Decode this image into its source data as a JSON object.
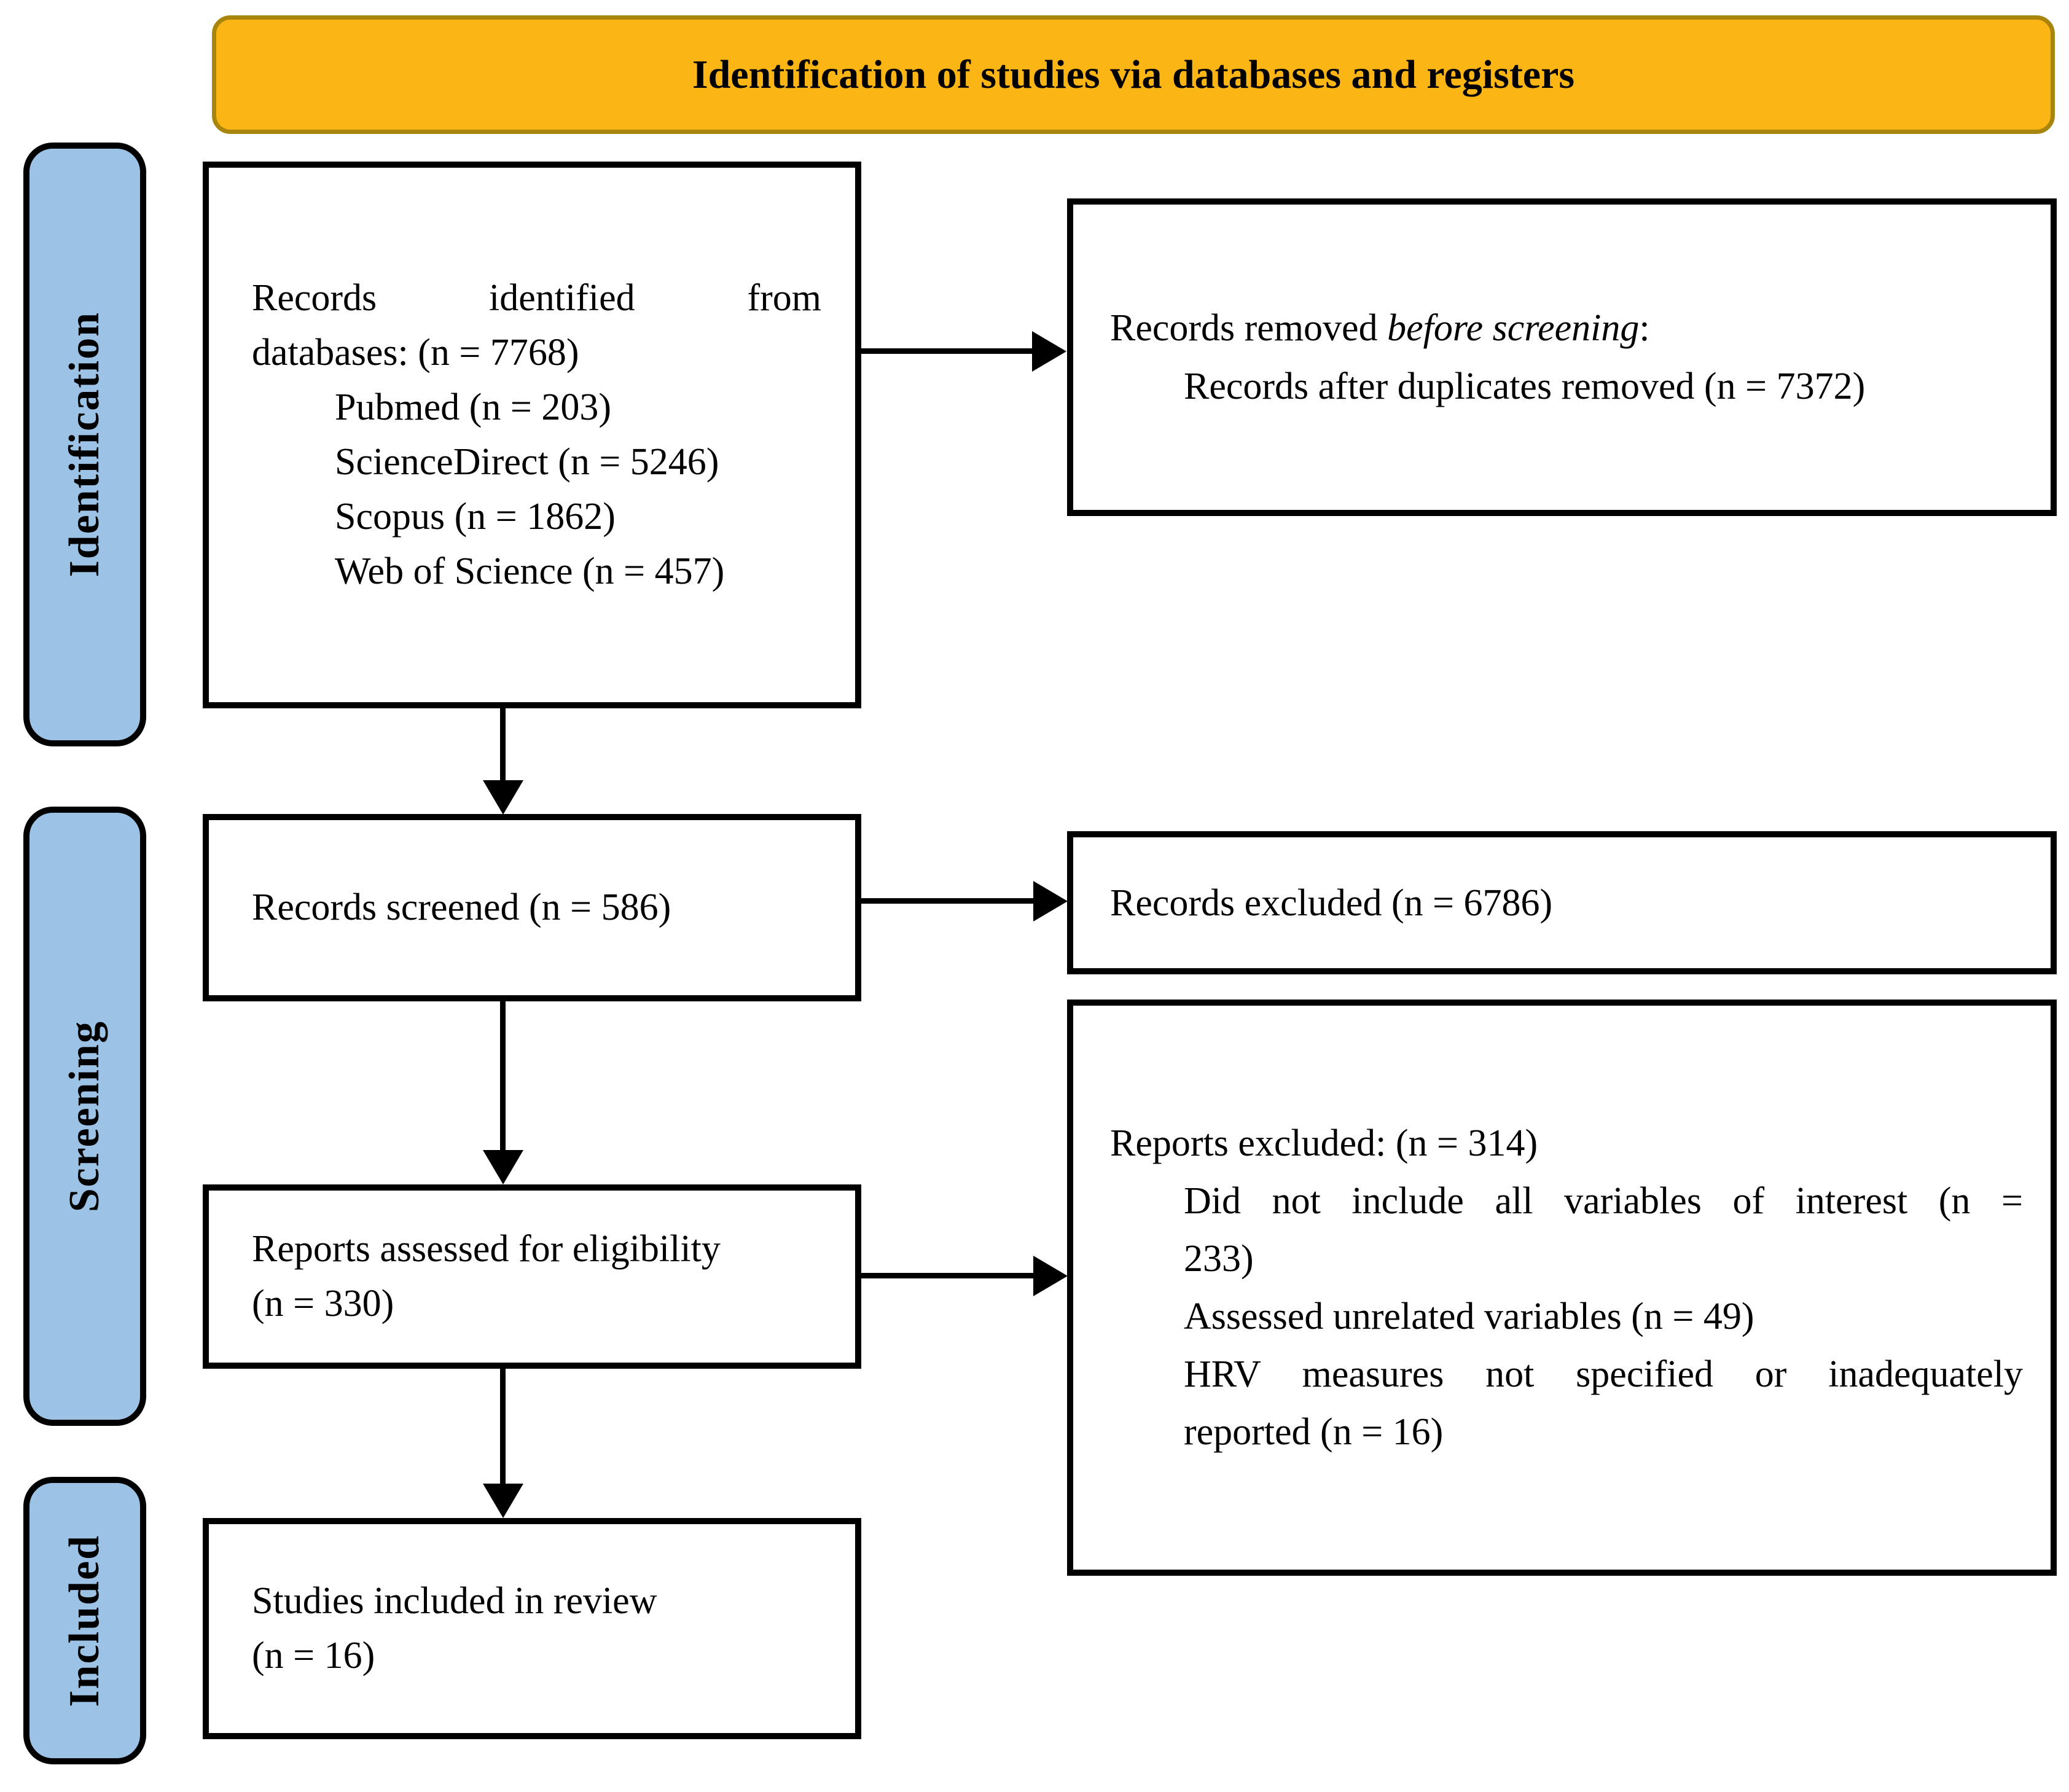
{
  "colors": {
    "banner_bg": "#FBB514",
    "banner_border": "#A8860D",
    "sidebar_bg": "#9CC3E6",
    "box_border": "#000000"
  },
  "banner": {
    "title": "Identification of studies via databases and registers"
  },
  "sidebar": {
    "identification": "Identification",
    "screening": "Screening",
    "included": "Included"
  },
  "flow": {
    "records_identified": {
      "l1": "Records identified from",
      "l2": "databases: (n = 7768)",
      "l3": "Pubmed (n = 203)",
      "l4": "ScienceDirect (n = 5246)",
      "l5": "Scopus (n = 1862)",
      "l6": "Web of Science (n = 457)"
    },
    "records_removed": {
      "l1_prefix": "Records removed ",
      "l1_italic": "before screening",
      "l1_suffix": ":",
      "l2": "Records after duplicates removed (n = 7372)"
    },
    "records_screened": {
      "l1": "Records screened (n = 586)"
    },
    "records_excluded": {
      "l1": "Records excluded (n = 6786)"
    },
    "reports_assessed": {
      "l1": "Reports assessed for eligibility",
      "l2": "(n = 330)"
    },
    "reports_excluded": {
      "l1": "Reports excluded: (n = 314)",
      "l2": "Did not include all variables of interest (n =",
      "l3": "233)",
      "l4": "Assessed unrelated variables (n = 49)",
      "l5": "HRV measures not specified or inadequately",
      "l6": "reported (n = 16)"
    },
    "studies_included": {
      "l1": "Studies included in review",
      "l2": "(n = 16)"
    }
  }
}
